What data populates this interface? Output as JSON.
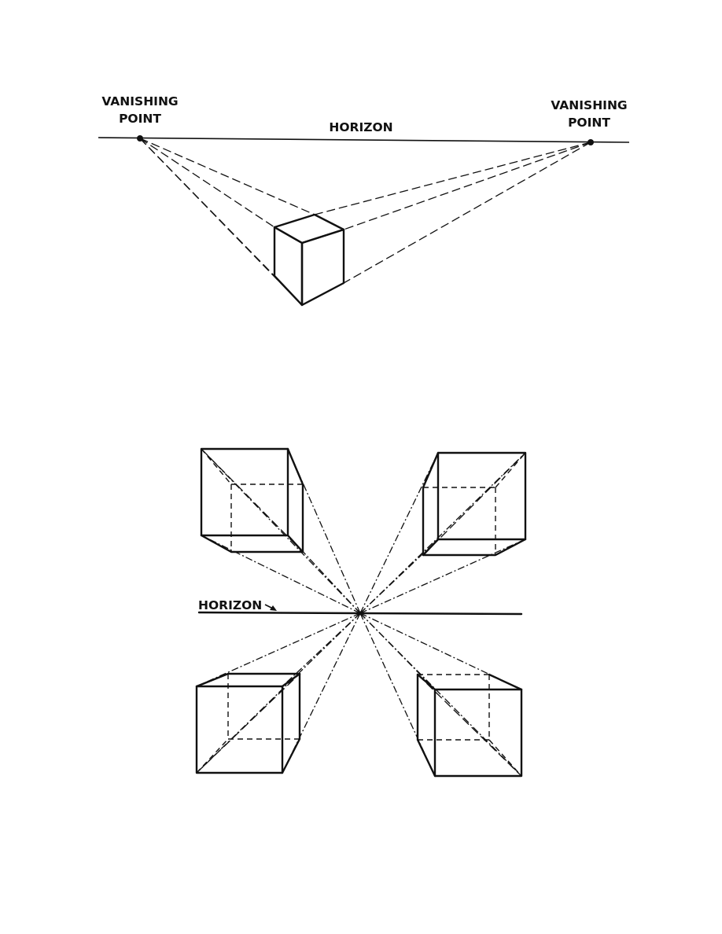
{
  "figure_top": {
    "vanishing_point_left_label": [
      "VANISHING",
      "POINT"
    ],
    "vanishing_point_right_label": [
      "VANISHING",
      "POINT"
    ],
    "horizon_label": "HORIZON"
  },
  "figure_bottom": {
    "horizon_label": "HORIZON"
  },
  "colors": {
    "ink": "#111111",
    "paper": "#ffffff"
  }
}
